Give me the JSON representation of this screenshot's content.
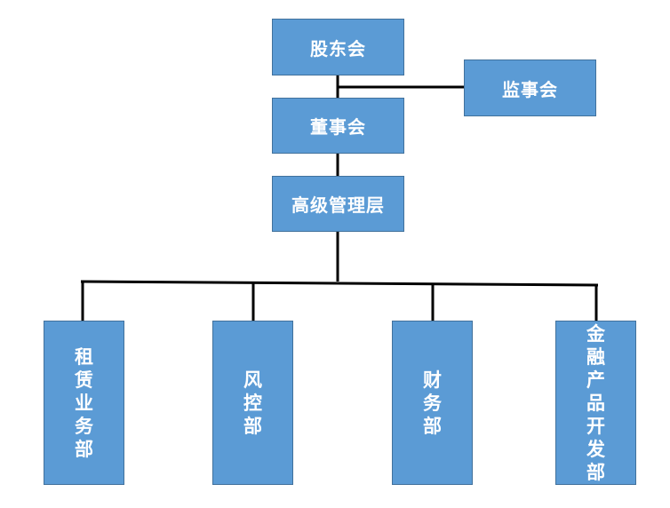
{
  "org_chart": {
    "shareholders": "股东会",
    "supervisors": "监事会",
    "board": "董事会",
    "senior_management": "高级管理层",
    "departments": [
      {
        "label": "租赁业务部"
      },
      {
        "label": "风控部"
      },
      {
        "label": "财务部"
      },
      {
        "label": "金融产品开发部"
      }
    ]
  },
  "colors": {
    "box_fill": "#5b9bd5",
    "box_border": "#41719c",
    "connector": "#000000",
    "text": "#ffffff"
  }
}
